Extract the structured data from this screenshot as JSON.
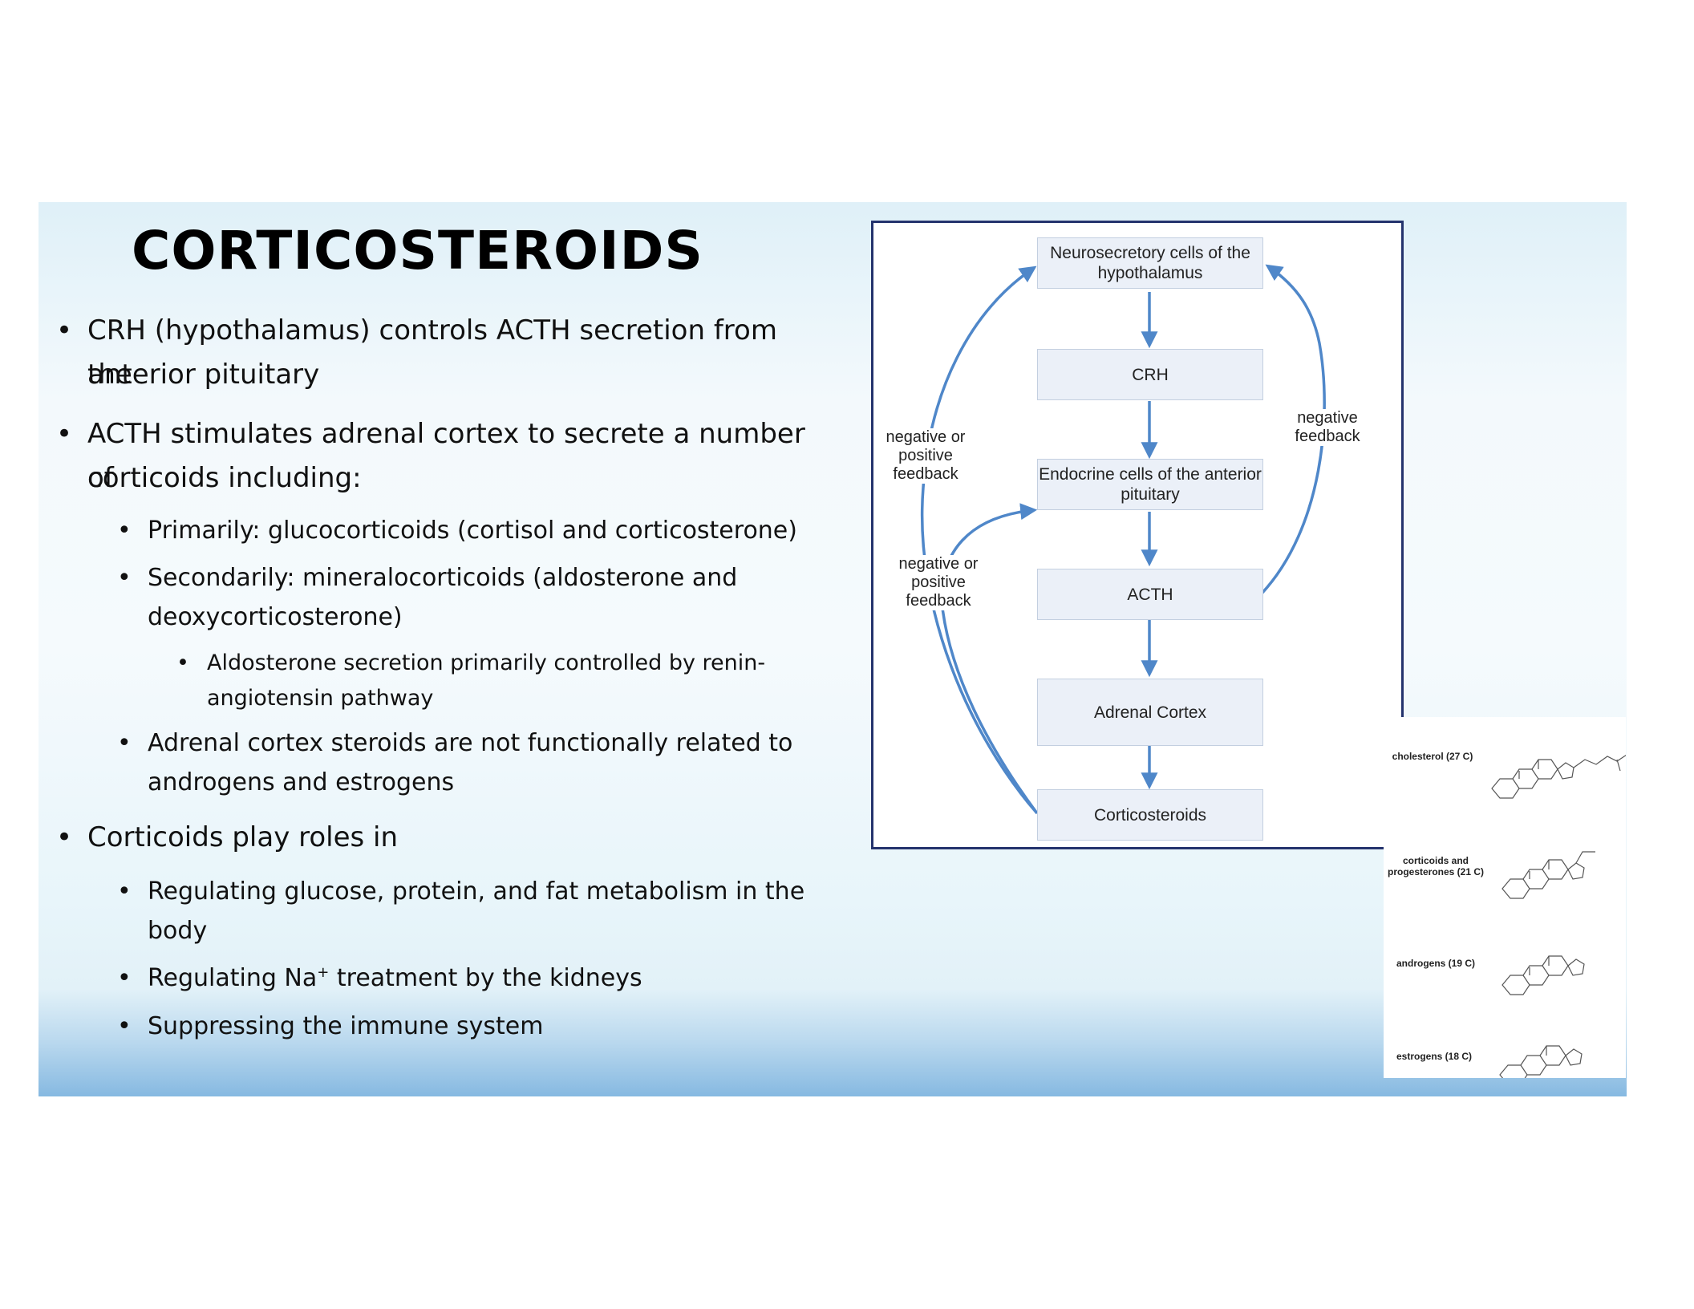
{
  "title": "CORTICOSTEROIDS",
  "bullets": {
    "b1": "CRH (hypothalamus) controls ACTH secretion from the anterior pituitary",
    "b1_line1": "CRH (hypothalamus) controls ACTH secretion from the",
    "b1_line2": "anterior pituitary",
    "b2_line1": "ACTH stimulates adrenal cortex to secrete a number of",
    "b2_line2": "corticoids including:",
    "b2a": "Primarily: glucocorticoids (cortisol and corticosterone)",
    "b2b_line1": "Secondarily: mineralocorticoids (aldosterone and",
    "b2b_line2": "deoxycorticosterone)",
    "b2b1_line1": "Aldosterone secretion primarily controlled by renin-",
    "b2b1_line2": "angiotensin pathway",
    "b2c_line1": "Adrenal cortex steroids are not functionally related to",
    "b2c_line2": "androgens and estrogens",
    "b3": "Corticoids play roles in",
    "b3a_line1": "Regulating glucose, protein, and fat metabolism in the",
    "b3a_line2": "body",
    "b3b_pre": "Regulating Na",
    "b3b_sup": "+",
    "b3b_post": " treatment by the kidneys",
    "b3c": "Suppressing the immune system",
    "bullet_glyph": "•"
  },
  "diagram": {
    "boxes": [
      "Neurosecretory cells of the hypothalamus",
      "CRH",
      "Endocrine cells of the anterior pituitary",
      "ACTH",
      "Adrenal Cortex",
      "Corticosteroids"
    ],
    "left_feedback_outer": "negative or positive feedback",
    "left_feedback_inner": "negative or positive feedback",
    "right_feedback": "negative feedback",
    "arrow_color": "#4f87c9"
  },
  "steroids": {
    "labels": [
      "cholesterol (27 C)",
      "corticoids and progesterones (21 C)",
      "androgens (19 C)",
      "estrogens (18 C)"
    ]
  }
}
